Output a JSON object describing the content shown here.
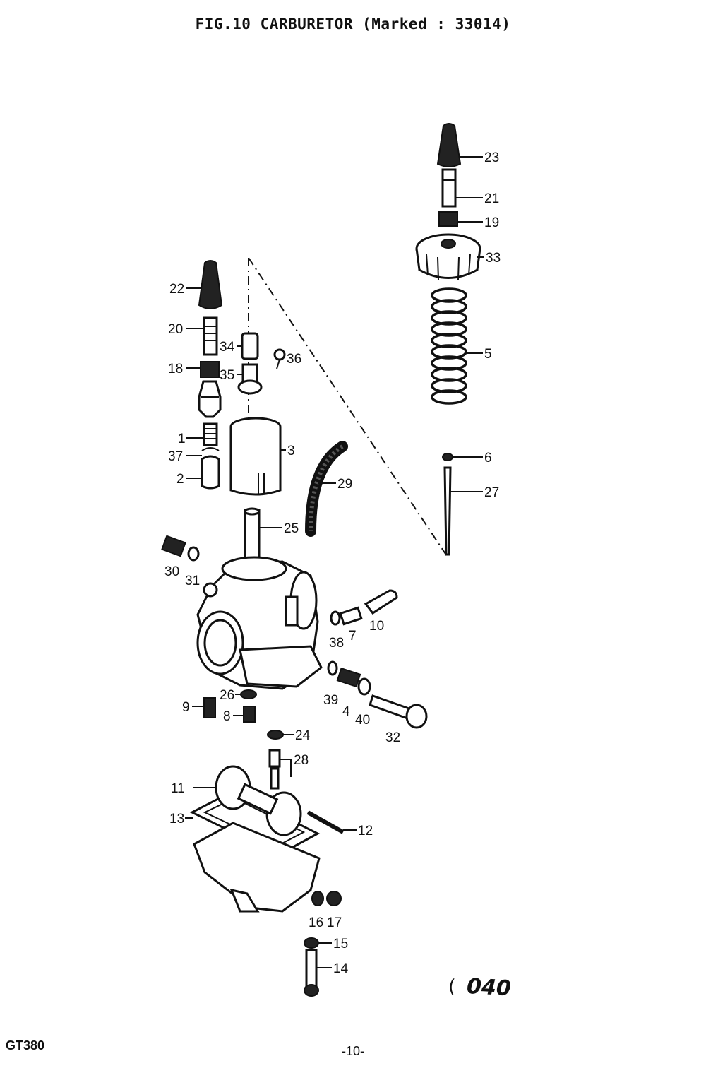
{
  "title": "FIG.10  CARBURETOR (Marked : 33014)",
  "footer": {
    "model": "GT380",
    "page": "-10-"
  },
  "stamp": {
    "mark": "(",
    "code": "040"
  },
  "callouts": {
    "p1": "1",
    "p2": "2",
    "p3": "3",
    "p4": "4",
    "p5": "5",
    "p6": "6",
    "p7": "7",
    "p8": "8",
    "p9": "9",
    "p10": "10",
    "p11": "11",
    "p12": "12",
    "p13": "13",
    "p14": "14",
    "p15": "15",
    "p16": "16",
    "p17": "17",
    "p18": "18",
    "p19": "19",
    "p20": "20",
    "p21": "21",
    "p22": "22",
    "p23": "23",
    "p24": "24",
    "p25": "25",
    "p26": "26",
    "p27": "27",
    "p28": "28",
    "p29": "29",
    "p30": "30",
    "p31": "31",
    "p32": "32",
    "p33": "33",
    "p34": "34",
    "p35": "35",
    "p36": "36",
    "p37": "37",
    "p38": "38",
    "p39": "39",
    "p40": "40"
  }
}
